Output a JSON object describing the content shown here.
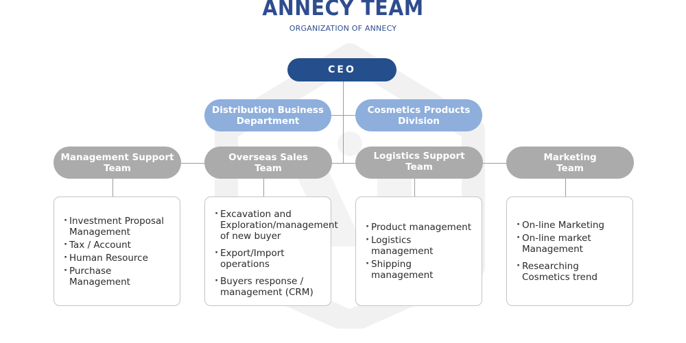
{
  "header": {
    "title": "ANNECY TEAM",
    "subtitle": "ORGANIZATION OF ANNECY"
  },
  "colors": {
    "title": "#2e4d8f",
    "ceo": "#244f8c",
    "division": "#8eaedc",
    "team": "#ababab",
    "line": "#9a9a9a",
    "box_border": "#c3c3c3"
  },
  "ceo": {
    "label": "CEO"
  },
  "divisions": [
    {
      "line1": "Distribution Business",
      "line2": "Department"
    },
    {
      "line1": "Cosmetics Products",
      "line2": "Division"
    }
  ],
  "teams": [
    {
      "line1": "Management Support",
      "line2": "Team",
      "duties": [
        "Investment Proposal Management",
        "Tax / Account",
        "Human Resource",
        "Purchase Management"
      ]
    },
    {
      "line1": "Overseas Sales",
      "line2": "Team",
      "duties": [
        "Excavation and Exploration/management of new buyer",
        "Export/Import operations",
        "Buyers response / management (CRM)"
      ]
    },
    {
      "line1": "Logistics Support",
      "line2": "Team",
      "duties": [
        "Product management",
        "Logistics management",
        "Shipping management"
      ]
    },
    {
      "line1": "Marketing",
      "line2": "Team",
      "duties": [
        "On-line Marketing",
        "On-line market Management",
        "Researching Cosmetics trend"
      ]
    }
  ]
}
